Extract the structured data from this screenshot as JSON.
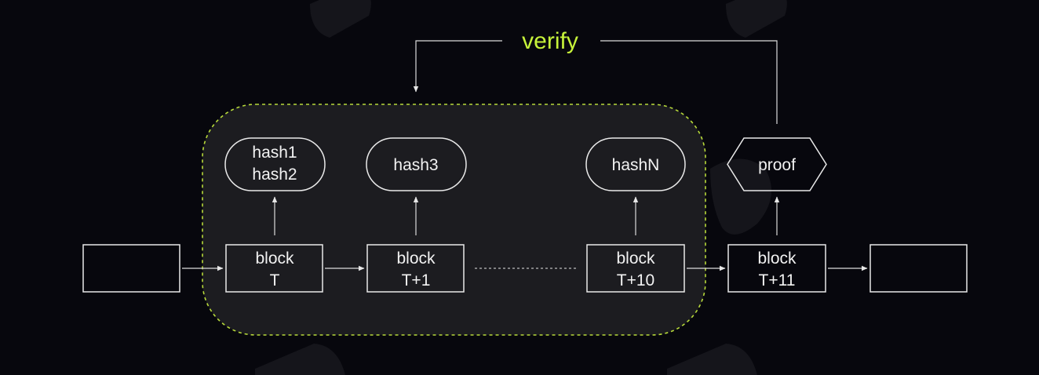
{
  "diagram": {
    "verify_label": "verify",
    "blocks": [
      {
        "line1": "",
        "line2": ""
      },
      {
        "line1": "block",
        "line2": "T"
      },
      {
        "line1": "block",
        "line2": "T+1"
      },
      {
        "line1": "block",
        "line2": "T+10"
      },
      {
        "line1": "block",
        "line2": "T+11"
      },
      {
        "line1": "",
        "line2": ""
      }
    ],
    "hashes": [
      {
        "line1": "hash1",
        "line2": "hash2"
      },
      {
        "line1": "hash3",
        "line2": ""
      },
      {
        "line1": "hashN",
        "line2": ""
      }
    ],
    "proof_label": "proof",
    "colors": {
      "background": "#07070d",
      "accent": "#c6f23a",
      "stroke": "#e9e9e9",
      "group_fill": "#1c1c20"
    }
  }
}
